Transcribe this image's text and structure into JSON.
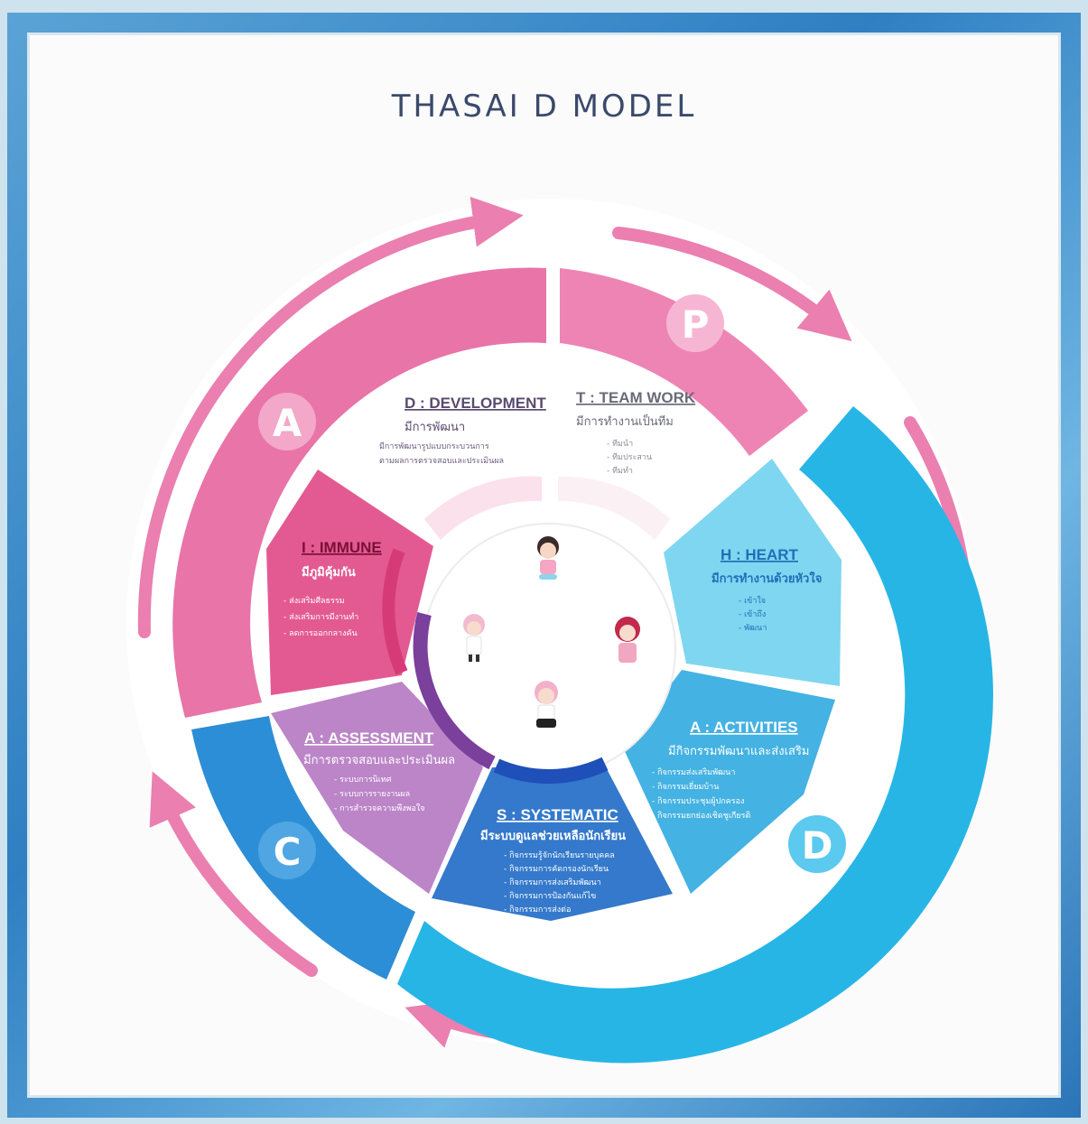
{
  "title": "THASAI D MODEL",
  "cycle_letters": {
    "p": "P",
    "d": "D",
    "c": "C",
    "a": "A"
  },
  "sections": {
    "development": {
      "heading": "D : DEVELOPMENT",
      "subheading": "มีการพัฒนา",
      "items": [
        "มีการพัฒนารูปแบบกระบวนการ",
        "ตามผลการตรวจสอบและประเมินผล"
      ]
    },
    "teamwork": {
      "heading": "T : TEAM WORK",
      "subheading": "มีการทำงานเป็นทีม",
      "items": [
        "- ทีมนำ",
        "- ทีมประสาน",
        "- ทีมทำ"
      ]
    },
    "heart": {
      "heading": "H : HEART",
      "subheading": "มีการทำงานด้วยหัวใจ",
      "items": [
        "- เข้าใจ",
        "- เข้าถึง",
        "- พัฒนา"
      ]
    },
    "activities": {
      "heading": "A : ACTIVITIES",
      "subheading": "มีกิจกรรมพัฒนาและส่งเสริม",
      "items": [
        "- กิจกรรมส่งเสริมพัฒนา",
        "- กิจกรรมเยี่ยมบ้าน",
        "- กิจกรรมประชุมผู้ปกครอง",
        "- กิจกรรมยกย่องเชิดชูเกียรติ"
      ]
    },
    "systematic": {
      "heading": "S : SYSTEMATIC",
      "subheading": "มีระบบดูแลช่วยเหลือนักเรียน",
      "items": [
        "- กิจกรรมรู้จักนักเรียนรายบุคคล",
        "- กิจกรรมการคัดกรองนักเรียน",
        "- กิจกรรมการส่งเสริมพัฒนา",
        "- กิจกรรมการป้องกันแก้ไข",
        "- กิจกรรมการส่งต่อ"
      ]
    },
    "assessment": {
      "heading": "A : ASSESSMENT",
      "subheading": "มีการตรวจสอบและประเมินผล",
      "items": [
        "- ระบบการนิเทศ",
        "- ระบบการรายงานผล",
        "- การสำรวจความพึงพอใจ"
      ]
    },
    "immune": {
      "heading": "I : IMMUNE",
      "subheading": "มีภูมิคุ้มกัน",
      "items": [
        "- ส่งเสริมศีลธรรม",
        "- ส่งเสริมการมีงานทำ",
        "- ลดการออกกลางคัน"
      ]
    }
  },
  "colors": {
    "pink_ring": "#e874a8",
    "pink_light": "#f2a6c8",
    "cyan_ring": "#27b5e6",
    "blue_ring": "#2c8ed6",
    "heart": "#6fd0ee",
    "activities": "#42b3e3",
    "systematic": "#2e73c8",
    "assessment": "#b77ec4",
    "immune": "#e2578f",
    "title": "#3b4a6b"
  },
  "icons": [
    "child-figure-icon",
    "curved-arrow-icon"
  ]
}
